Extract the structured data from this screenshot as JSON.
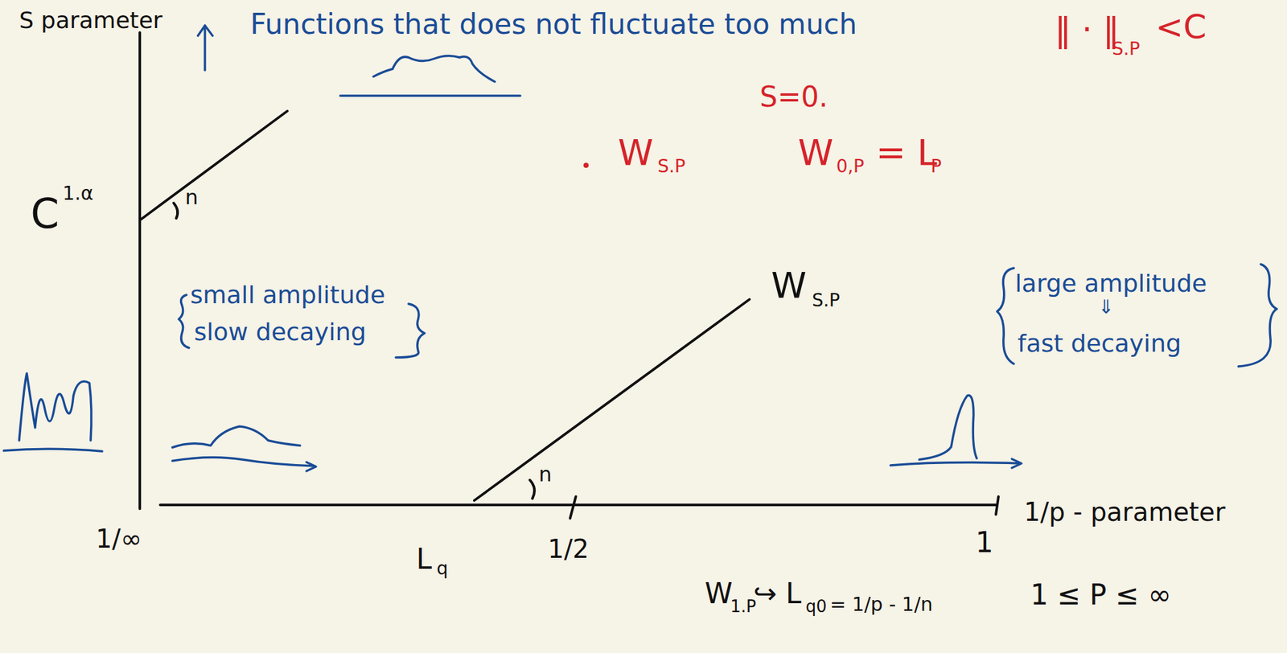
{
  "diagram": {
    "labels": [
      "S parameter",
      "Functions that does not fluctuate too much",
      "‖ · ‖",
      "S.P",
      "<C",
      "S=0.",
      "W",
      "S.P",
      "W",
      "0,P",
      "= L",
      "P",
      "C",
      "1.α",
      "n",
      "small amplitude",
      "slow decaying",
      "W",
      "S.P",
      "n",
      "large amplitude",
      "⇓",
      "fast decaying",
      "1/∞",
      "L",
      "q",
      "1/2",
      "1",
      "1/p - parameter",
      "1 ≤ P ≤ ∞",
      "W",
      "1.P",
      "↪ L",
      "q0",
      "= 1/p - 1/n"
    ]
  }
}
